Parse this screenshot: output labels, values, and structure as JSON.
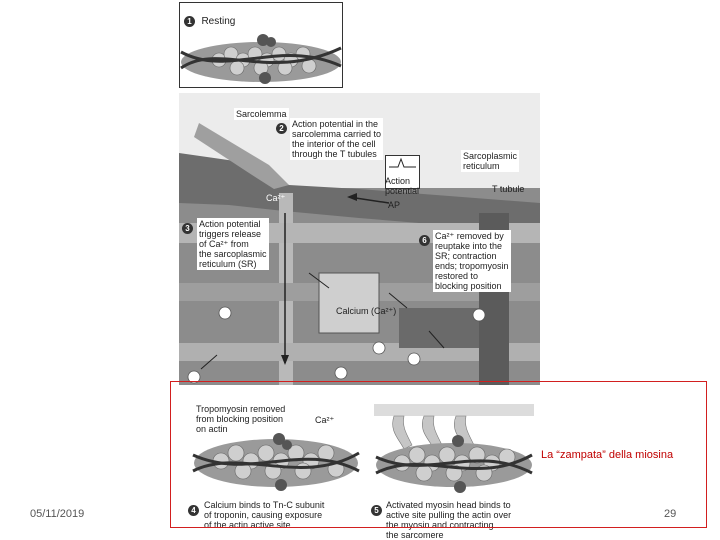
{
  "slide": {
    "date": "05/11/2019",
    "page_number": "29",
    "caption": "La “zampata” della miosina"
  },
  "figure": {
    "panel1": {
      "num": "1",
      "label": "Resting"
    },
    "panel2": {
      "sarcolemma": "Sarcolemma",
      "num": "2",
      "step2": "Action potential in the\nsarcolemma carried to\nthe interior of the cell\nthrough the T tubules",
      "sarcoplasmic": "Sarcoplasmic\nreticulum",
      "ap_box": "Action\npotential",
      "t_tubule": "T tubule",
      "ap": "AP",
      "ca_small": "Ca²⁺",
      "num3": "3",
      "step3": "Action potential\ntriggers release\nof Ca²⁺ from\nthe sarcoplasmic\nreticulum (SR)",
      "num6": "6",
      "step6": "Ca²⁺ removed by\nreuptake into the\nSR; contraction\nends; tropomyosin\nrestored to\nblocking position",
      "calcium": "Calcium (Ca²⁺)"
    },
    "panel4": {
      "removed": "Tropomyosin removed\nfrom blocking position\non actin",
      "ca": "Ca²⁺",
      "num": "4",
      "step4": "Calcium binds to Tn-C subunit\nof troponin, causing exposure\nof the actin active site"
    },
    "panel5": {
      "num": "5",
      "step5": "Activated myosin head binds to\nactive site pulling the actin over\nthe myosin and contracting\nthe sarcomere"
    }
  },
  "colors": {
    "caption_red": "#c00000",
    "frame_red": "#d21f1f",
    "figure_gray": "#a9a9a9",
    "figure_dark": "#4a4a4a"
  }
}
